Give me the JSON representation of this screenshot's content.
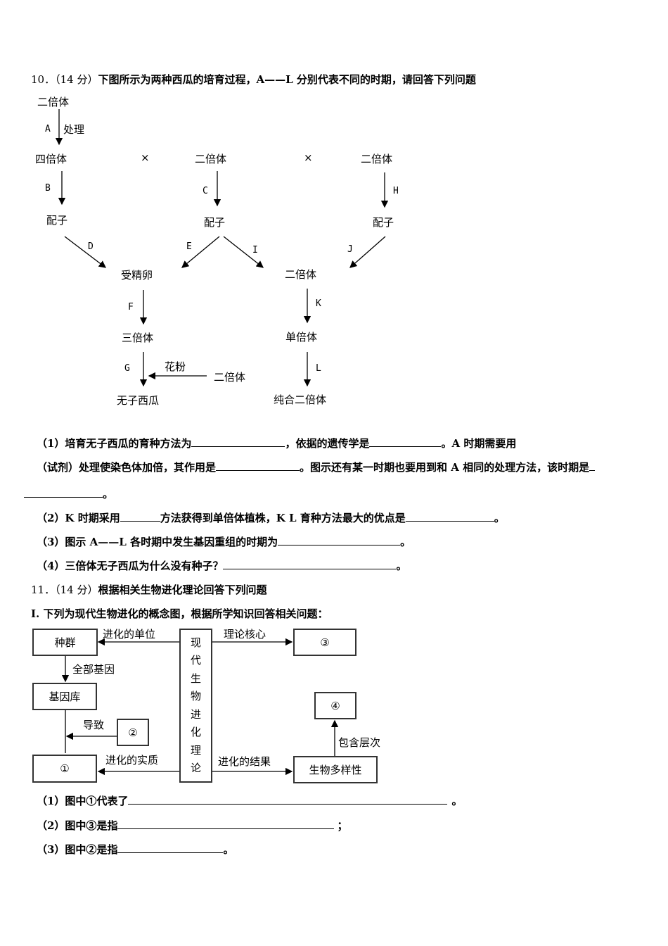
{
  "q10": {
    "number": "10．",
    "score": "（14 分）",
    "stem": "下图所示为两种西瓜的培育过程，A——L 分别代表不同的时期，请回答下列问题"
  },
  "diagram1": {
    "nodes": {
      "diploid_top": "二倍体",
      "tetraploid": "四倍体",
      "diploid_mid": "二倍体",
      "diploid_right": "二倍体",
      "gamete1": "配子",
      "gamete2": "配子",
      "gamete3": "配子",
      "zygote": "受精卵",
      "diploid_k": "二倍体",
      "triploid": "三倍体",
      "haploid": "单倍体",
      "seedless": "无子西瓜",
      "pure_diploid": "纯合二倍体",
      "pollen_source": "二倍体"
    },
    "cross_sign_1": "×",
    "cross_sign_2": "×",
    "labels": {
      "A": "A",
      "A_text": "处理",
      "B": "B",
      "C": "C",
      "D": "D",
      "E": "E",
      "F": "F",
      "G": "G",
      "H": "H",
      "I": "I",
      "J": "J",
      "K": "K",
      "L": "L",
      "pollen": "花粉"
    }
  },
  "q10_parts": {
    "p1_a": "（1）培育无子西瓜的育种方法为",
    "p1_b": "，依据的遗传学是",
    "p1_c": "。A 时期需要用",
    "p1_d": "（试剂）处理使染色体加倍，其作用是",
    "p1_e": "。图示还有某一时期也要用到和 A 相同的处理方法，该时期是",
    "p1_f": "。",
    "p2_a": "（2）K 时期采用",
    "p2_b": "方法获得到单倍体植株，K L 育种方法最大的优点是",
    "p2_c": "。",
    "p3_a": "（3）图示 A——L 各时期中发生基因重组的时期为",
    "p3_b": "。",
    "p4_a": "（4）三倍体无子西瓜为什么没有种子？",
    "p4_b": "。"
  },
  "q11": {
    "number": "11．",
    "score": "（14 分）",
    "stem": "根据相关生物进化理论回答下列问题",
    "sub_heading": "I. 下列为现代生物进化的概念图，根据所学知识回答相关问题："
  },
  "diagram2": {
    "species": "种群",
    "gene_pool": "基因库",
    "center": [
      "现",
      "代",
      "生",
      "物",
      "进",
      "化",
      "理",
      "论"
    ],
    "box3": "③",
    "box4": "④",
    "box2": "②",
    "box1": "①",
    "diversity": "生物多样性",
    "edge_unit": "进化的单位",
    "edge_core": "理论核心",
    "edge_allgenes": "全部基因",
    "edge_cause": "导致",
    "edge_essence": "进化的实质",
    "edge_result": "进化的结果",
    "edge_levels": "包含层次"
  },
  "q11_parts": {
    "p1_a": "（1）图中①代表了",
    "p1_b": "。",
    "p2_a": "（2）图中③是指",
    "p2_b": "；",
    "p3_a": "（3）图中②是指",
    "p3_b": "。"
  }
}
